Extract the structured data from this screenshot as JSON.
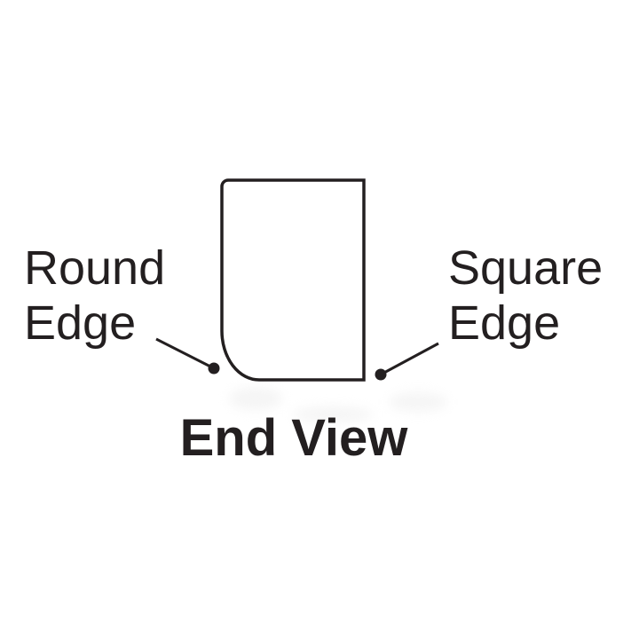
{
  "diagram": {
    "caption": "End View",
    "labels": {
      "round_edge": "Round\nEdge",
      "square_edge": "Square\nEdge"
    },
    "colors": {
      "ink": "#231f20",
      "background": "#ffffff"
    },
    "shape": {
      "description": "end-view profile: rectangle with rounded bottom-left edge and square bottom-right edge"
    }
  }
}
